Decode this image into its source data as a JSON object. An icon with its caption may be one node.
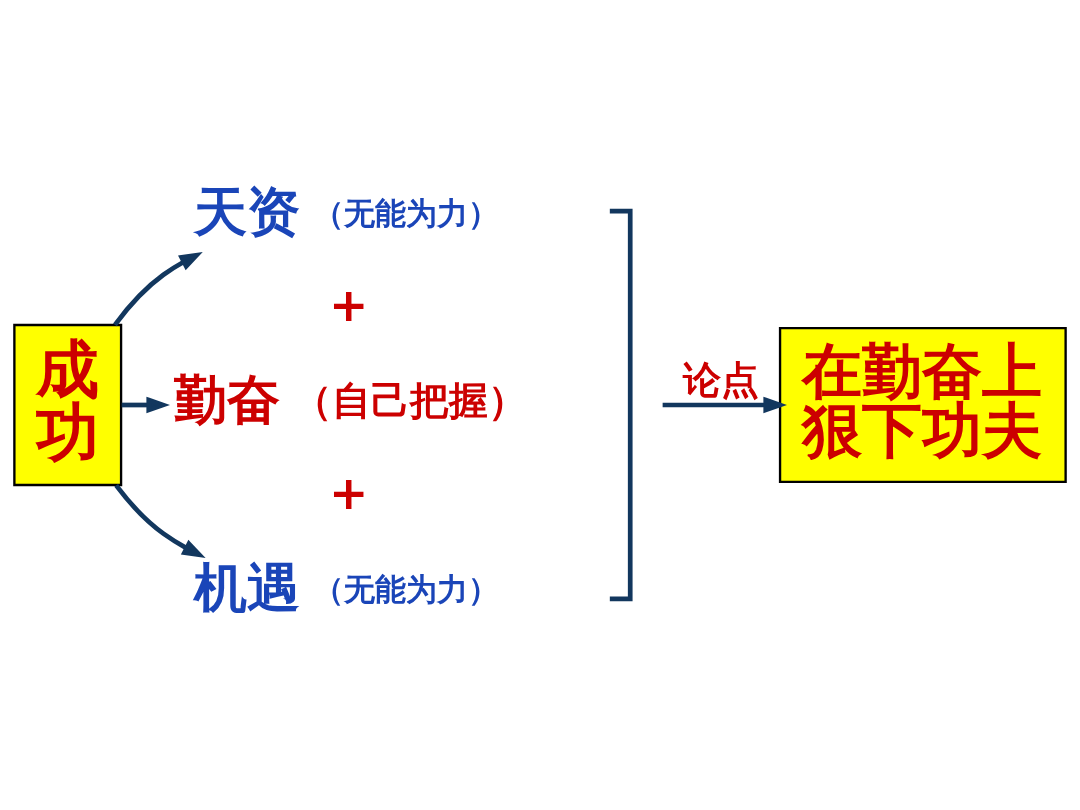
{
  "diagram": {
    "nodes": [
      {
        "text": [
          "成功"
        ]
      },
      {
        "text": [
          "天资"
        ],
        "beside": [
          "（无能为力）"
        ]
      },
      {
        "text": [
          "勤奋"
        ],
        "beside": [
          "（自己把握）"
        ]
      },
      {
        "text": [
          "机遇"
        ],
        "beside": [
          "（无能为力）"
        ]
      },
      {
        "text": [],
        "shape": "brace"
      },
      {
        "text": [
          "在勤奋上狠下功夫"
        ]
      }
    ],
    "edges": [
      {
        "from": 0,
        "to": 1,
        "arrow": "to"
      },
      {
        "from": 0,
        "to": 2,
        "arrow": "to"
      },
      {
        "from": 0,
        "to": 3,
        "arrow": "to"
      },
      {
        "from": 4,
        "to": 5,
        "arrow": "to",
        "label": "论点"
      }
    ],
    "labels": [
      "+",
      "+"
    ]
  }
}
